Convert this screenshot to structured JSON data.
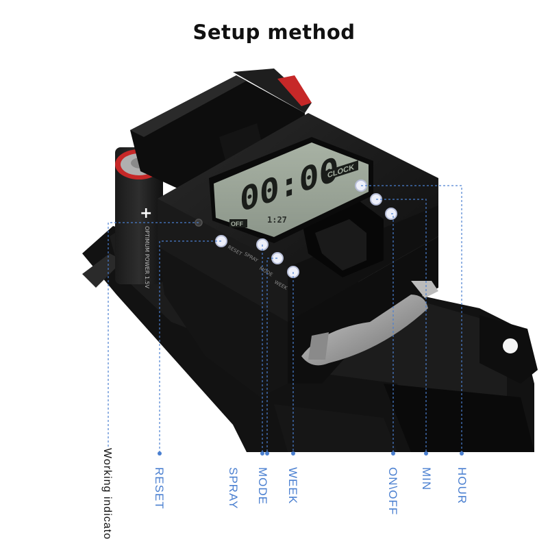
{
  "page": {
    "title": "Setup method"
  },
  "lcd": {
    "time": "00:00",
    "clock_tag": "CLOCK",
    "off_tag": "OFF",
    "sub_digits": "1:27"
  },
  "battery": {
    "plus": "+",
    "brand_text": "OPTIMUM POWER 1.5V"
  },
  "button_tags": {
    "reset": "RESET",
    "spray": "SPRAY",
    "mode": "MODE",
    "week": "WEEK"
  },
  "callouts": {
    "working_indicator": "Working indicato",
    "reset": "RESET",
    "spray": "SPRAY",
    "mode": "MODE",
    "week": "WEEK",
    "on_off": "ON\\OFF",
    "min": "MIN",
    "hour": "HOUR"
  },
  "colors": {
    "accent_blue": "#4a7fd0",
    "device_body": "#161616",
    "lcd_screen": "#9aa596",
    "battery_red": "#c62828",
    "button": "#eef0fa"
  }
}
